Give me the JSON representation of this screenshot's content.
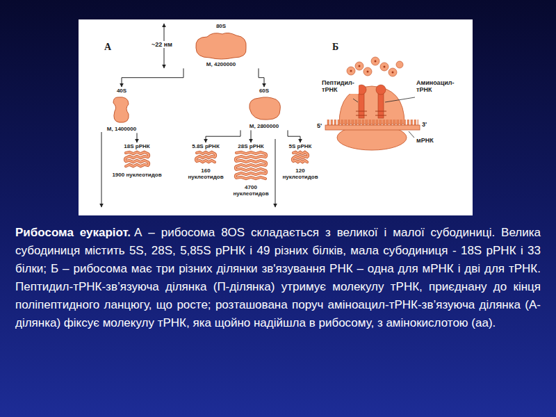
{
  "diagram": {
    "title": "Рибосома еукаріот.",
    "caption": "А – рибосома 8OS складається з великої і малої субодиниці. Велика субодиниця містить 5S, 28S, 5,85S рРНК і 49 різних білків, мала субодиниця - 18S рРНК і 33 білки; Б – рибосома має три різних ділянки зв'язування РНК – одна для мРНК і дві для тРНК. Пептидил-тРНК-зв’язуюча ділянка (П-ділянка) утримує молекулу тРНК, приєднану до кінця поліпептидного ланцюгу, що росте; розташована поруч аміноацил-тРНК-зв’язуюча ділянка (А-ділянка) фіксує молекулу тРНК, яка щойно надійшла в рибосому, з амінокислотою (аа).",
    "nodes": [
      {
        "text": [
          "80S",
          "M, 4200000"
        ]
      },
      {
        "text": [
          "40S",
          "M, 1400000"
        ]
      },
      {
        "text": [
          "60S",
          "M, 2800000"
        ]
      },
      {
        "text": [
          "18S рРНК",
          "1900 нуклеотидов"
        ]
      },
      {
        "text": [
          "5.8S рРНК",
          "160 нуклеотидов"
        ]
      },
      {
        "text": [
          "28S рРНК",
          "4700 нуклеотидов"
        ]
      },
      {
        "text": [
          "5S рРНК",
          "120 нуклеотидов"
        ]
      }
    ],
    "edges": [
      {
        "from": 0,
        "to": 1,
        "arrow": "to"
      },
      {
        "from": 0,
        "to": 2,
        "arrow": "to"
      },
      {
        "from": 1,
        "to": 3,
        "arrow": "to"
      },
      {
        "from": 2,
        "to": 4,
        "arrow": "to"
      },
      {
        "from": 2,
        "to": 5,
        "arrow": "to"
      },
      {
        "from": 2,
        "to": 6,
        "arrow": "to"
      }
    ],
    "labels": [
      "А",
      "~22 нм",
      "Б",
      "Пептидил-тРНК",
      "Аминоацил-тРНК",
      "5'",
      "3'",
      "мРНК"
    ]
  }
}
